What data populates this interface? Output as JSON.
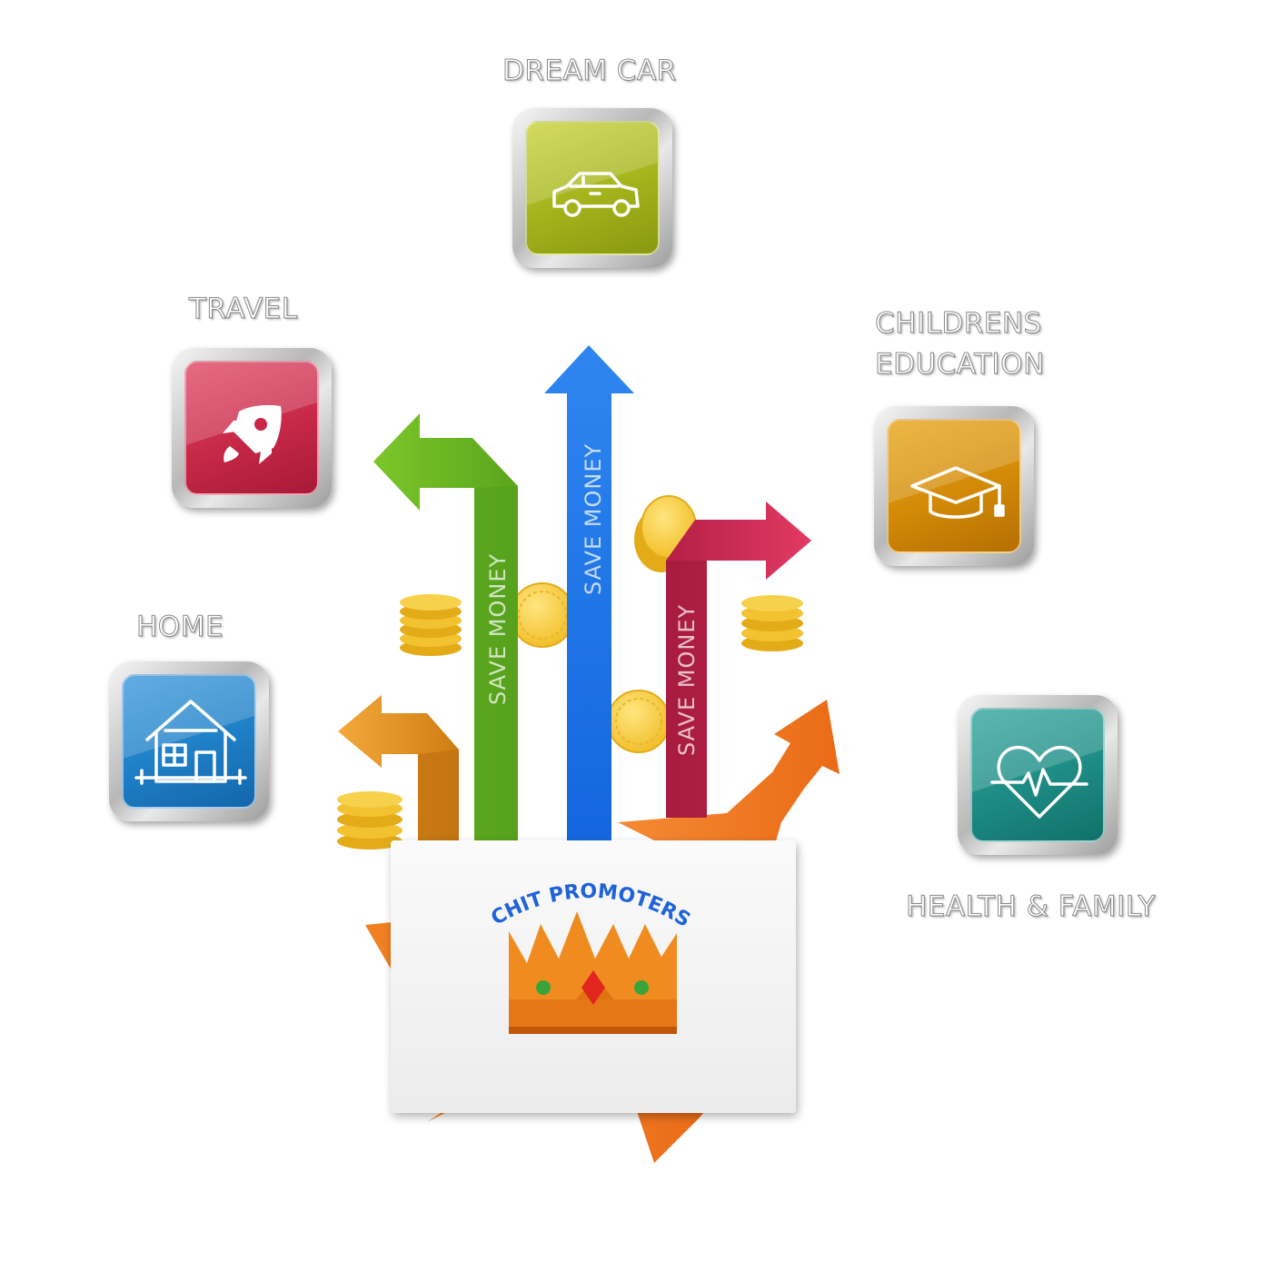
{
  "goals": {
    "dream_car": {
      "label": "DREAM CAR"
    },
    "travel": {
      "label": "TRAVEL"
    },
    "childrens_education": {
      "line1": "CHILDRENS",
      "line2": "EDUCATION"
    },
    "home": {
      "label": "HOME"
    },
    "health_family": {
      "label": "HEALTH & FAMILY"
    }
  },
  "arrows": {
    "green": "SAVE MONEY",
    "blue": "SAVE MONEY",
    "red": "SAVE MONEY"
  },
  "brand": {
    "name": "CHIT PROMOTERS"
  },
  "colors": {
    "dream_car_tile": "#a9b81a",
    "travel_tile": "#c9284a",
    "education_tile": "#d58f08",
    "home_tile": "#1f7fc6",
    "health_tile": "#1d8b84",
    "arrow_blue": "#1a73e8",
    "arrow_green": "#62b01f",
    "arrow_red": "#d02a55",
    "arrow_orange": "#e08a1e",
    "ribbon": "#f07a23",
    "coin": "#f4c636"
  },
  "icons": {
    "dream_car": "car-icon",
    "travel": "rocket-icon",
    "childrens_education": "graduation-cap-icon",
    "home": "house-icon",
    "health_family": "heartbeat-icon"
  }
}
